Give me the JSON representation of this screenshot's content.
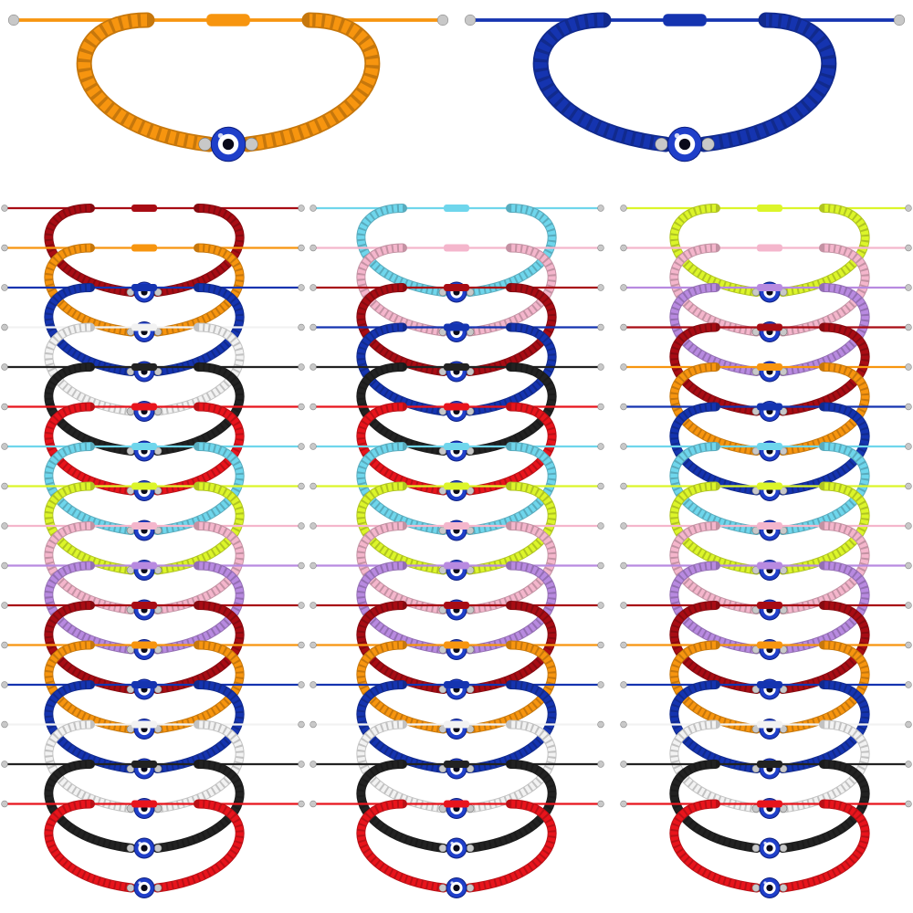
{
  "palette": {
    "orange": "#f7950f",
    "blue": "#1534b0",
    "darkred": "#a80c14",
    "red": "#e8141c",
    "white": "#f2f2f2",
    "black": "#222222",
    "lightblue": "#6fd6ec",
    "yellow": "#dcf52a",
    "pink": "#f4b6cc",
    "lavender": "#b88ae0",
    "eye_blue": "#1f3fc9",
    "eye_white": "#ffffff",
    "eye_pupil": "#0a0a1a",
    "bead": "#c8c8c8"
  },
  "featured": [
    "orange",
    "blue"
  ],
  "columns": [
    [
      "darkred",
      "orange",
      "blue",
      "white",
      "black",
      "red",
      "lightblue",
      "yellow",
      "pink",
      "lavender",
      "darkred",
      "orange",
      "blue",
      "white",
      "black",
      "red"
    ],
    [
      "lightblue",
      "pink",
      "darkred",
      "blue",
      "black",
      "red",
      "lightblue",
      "yellow",
      "pink",
      "lavender",
      "darkred",
      "orange",
      "blue",
      "white",
      "black",
      "red"
    ],
    [
      "yellow",
      "pink",
      "lavender",
      "darkred",
      "orange",
      "blue",
      "lightblue",
      "yellow",
      "pink",
      "lavender",
      "darkred",
      "orange",
      "blue",
      "white",
      "black",
      "red"
    ]
  ]
}
